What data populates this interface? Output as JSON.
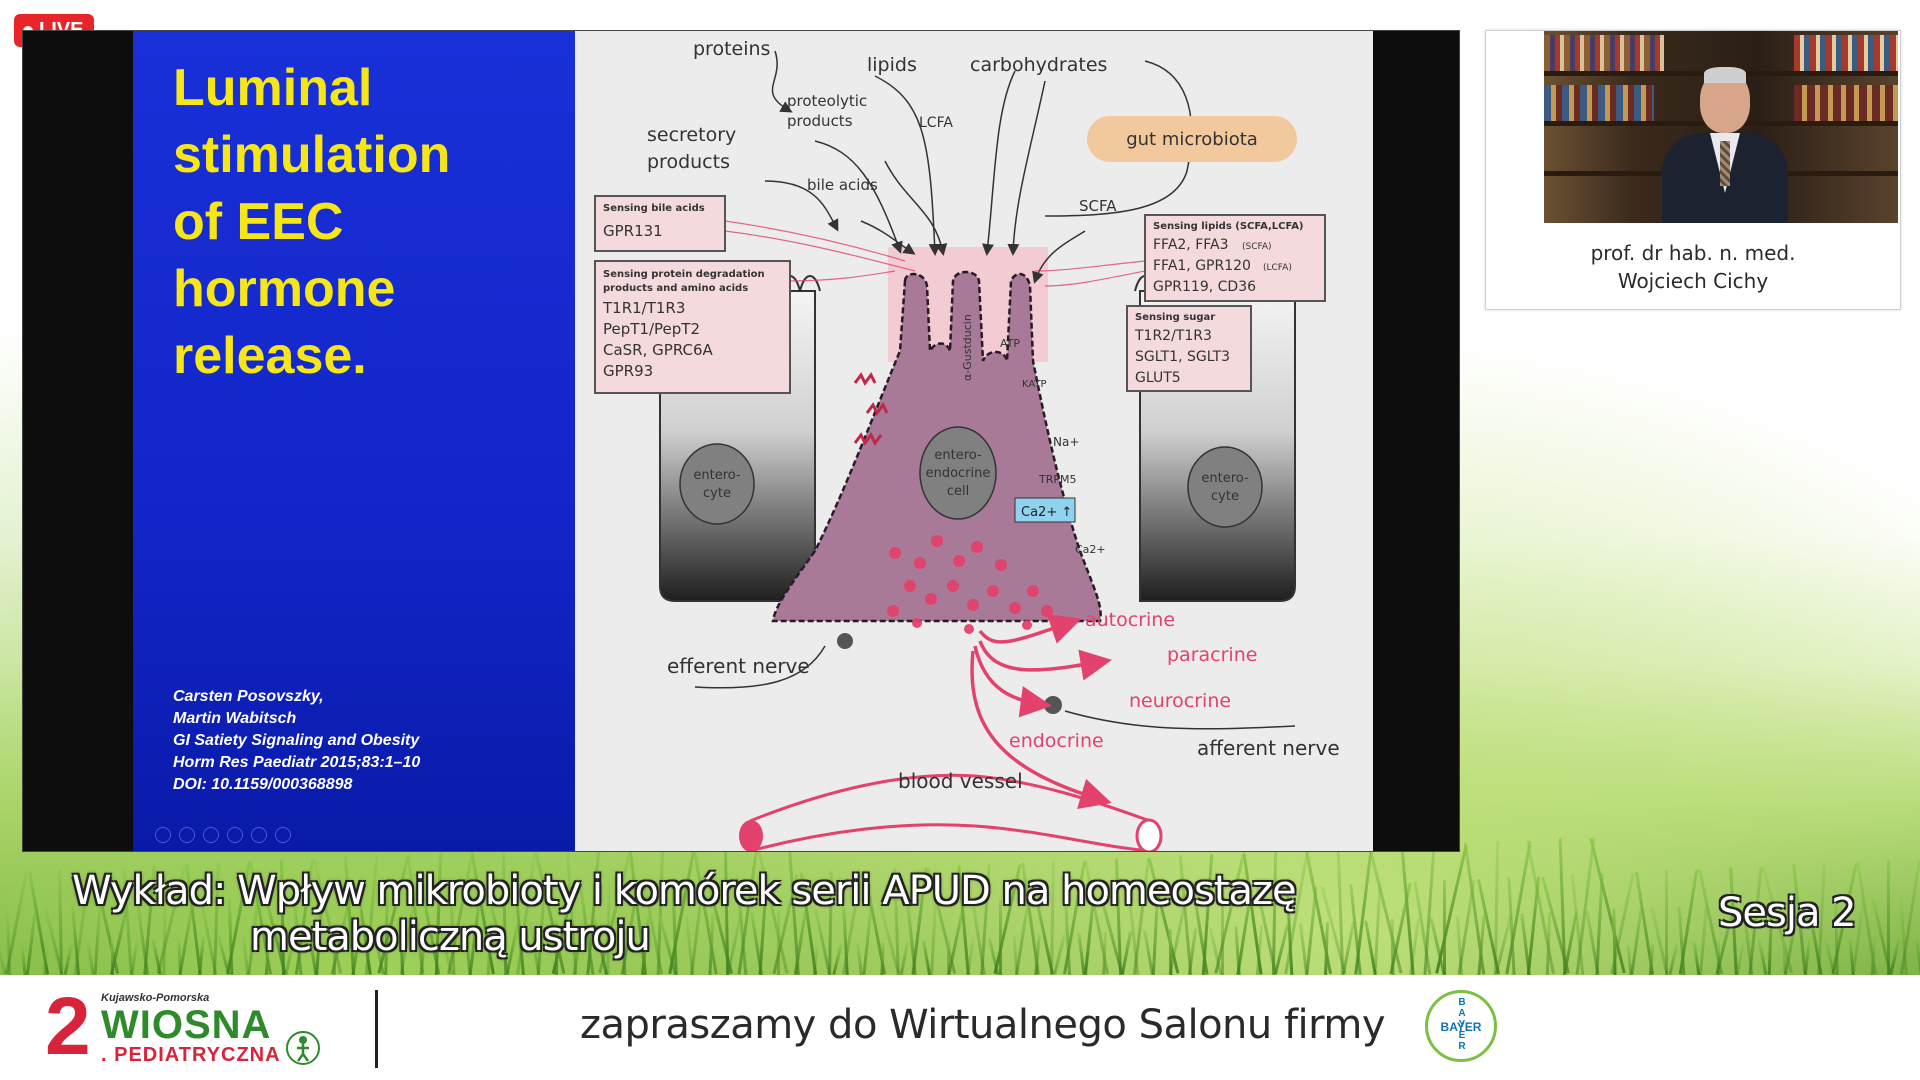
{
  "live_badge": {
    "label": "LIVE"
  },
  "slide": {
    "title_lines": [
      "Luminal",
      "stimulation",
      "of EEC",
      "hormone",
      "release."
    ],
    "citation_lines": [
      "Carsten Posovszky,",
      "Martin Wabitsch",
      "GI Satiety Signaling and Obesity",
      "Horm Res Paediatr 2015;83:1–10",
      "DOI: 10.1159/000368898"
    ],
    "diagram": {
      "proteins": "proteins",
      "lipids": "lipids",
      "carbohydrates": "carbohydrates",
      "proteolytic_products": [
        "proteolytic",
        "products"
      ],
      "lcfa": "LCFA",
      "secretory_products": [
        "secretory",
        "products"
      ],
      "gut_microbiota": "gut microbiota",
      "bile_acids": "bile acids",
      "scfa": "SCFA",
      "box_bile": {
        "title": "Sensing bile acids",
        "items": [
          "GPR131"
        ]
      },
      "box_protein": {
        "title": [
          "Sensing protein degradation",
          "products and amino acids"
        ],
        "items": [
          "T1R1/T1R3",
          "PepT1/PepT2",
          "CaSR, GPRC6A",
          "GPR93"
        ]
      },
      "box_lipids": {
        "title": "Sensing lipids (SCFA,LCFA)",
        "items": [
          "FFA2, FFA3",
          "FFA1, GPR120",
          "GPR119, CD36"
        ],
        "item_notes": [
          "(SCFA)",
          "(LCFA)",
          ""
        ]
      },
      "box_sugar": {
        "title": "Sensing sugar",
        "items": [
          "T1R2/T1R3",
          "SGLT1, SGLT3",
          "GLUT5"
        ]
      },
      "gustducin": "α-Gustducin",
      "atp": "ATP",
      "katp": "KATP",
      "na": "Na+",
      "trpm5": "TRPM5",
      "ca_plus": "Ca2+",
      "ca_box": "Ca2+ ↑",
      "enterocyte": [
        "entero-",
        "cyte"
      ],
      "eec": [
        "entero-",
        "endocrine",
        "cell"
      ],
      "efferent_nerve": "efferent nerve",
      "afferent_nerve": "afferent nerve",
      "autocrine": "autocrine",
      "paracrine": "paracrine",
      "neurocrine": "neurocrine",
      "endocrine": "endocrine",
      "blood_vessel": "blood vessel"
    }
  },
  "speaker": {
    "caption_line1": "prof. dr hab. n. med.",
    "caption_line2": "Wojciech Cichy"
  },
  "lecture": {
    "line1": "Wykład: Wpływ mikrobioty i komórek serii APUD na homeostazę",
    "line2": "metaboliczną ustroju"
  },
  "session": "Sesja 2",
  "bottom": {
    "logo_number": "2",
    "logo_small": "Kujawsko-Pomorska",
    "logo_wiosna": "WIOSNA",
    "logo_pediatryczna": ". PEDIATRYCZNA",
    "invite": "zapraszamy do Wirtualnego Salonu firmy",
    "bayer_vertical": [
      "B",
      "A",
      "Y",
      "E",
      "R"
    ],
    "bayer_horizontal": "BAYER"
  },
  "colors": {
    "live_red": "#e8262a",
    "slide_blue": "#1126c8",
    "slide_title_yellow": "#f5e61a",
    "eec_purple": "#a87a98",
    "arrow_pink": "#e2426b",
    "bayer_blue": "#1073b4",
    "bayer_green": "#7bc043"
  }
}
